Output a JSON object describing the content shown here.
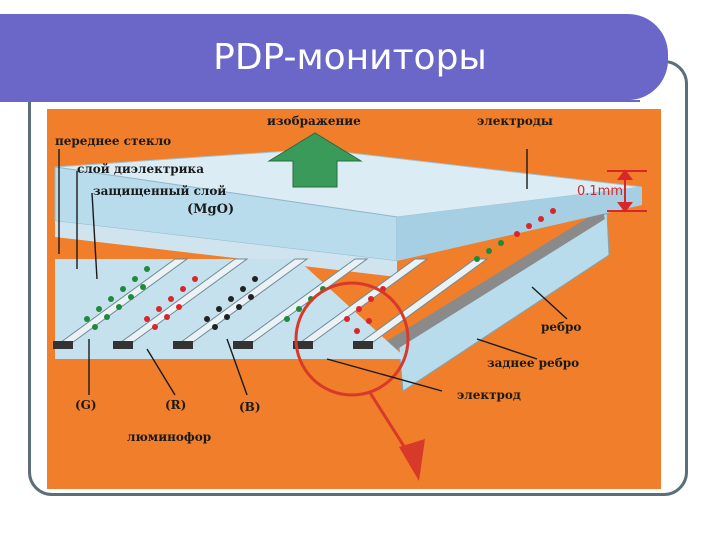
{
  "slide": {
    "title": "PDP-мониторы"
  },
  "diagram": {
    "labels": {
      "front_glass": "переднее стекло",
      "dielectric_layer": "слой диэлектрика",
      "protective_layer": "защищенный слой",
      "mgo": "(MgO)",
      "image": "изображение",
      "electrodes": "электроды",
      "thickness": "0.1mm",
      "rib": "ребро",
      "rear_rib": "заднее ребро",
      "electrode": "электрод",
      "green": "(G)",
      "red": "(R)",
      "blue": "(B)",
      "phosphor": "люминофор"
    },
    "colors": {
      "background": "#f07e2a",
      "glass": "#b9dcec",
      "rib": "#8a8a8a",
      "phosphor_green": "#1f8a3a",
      "phosphor_red": "#d8262a",
      "phosphor_dark": "#222222",
      "arrow": "#3a9a5a",
      "highlight": "#d83a2a"
    }
  }
}
